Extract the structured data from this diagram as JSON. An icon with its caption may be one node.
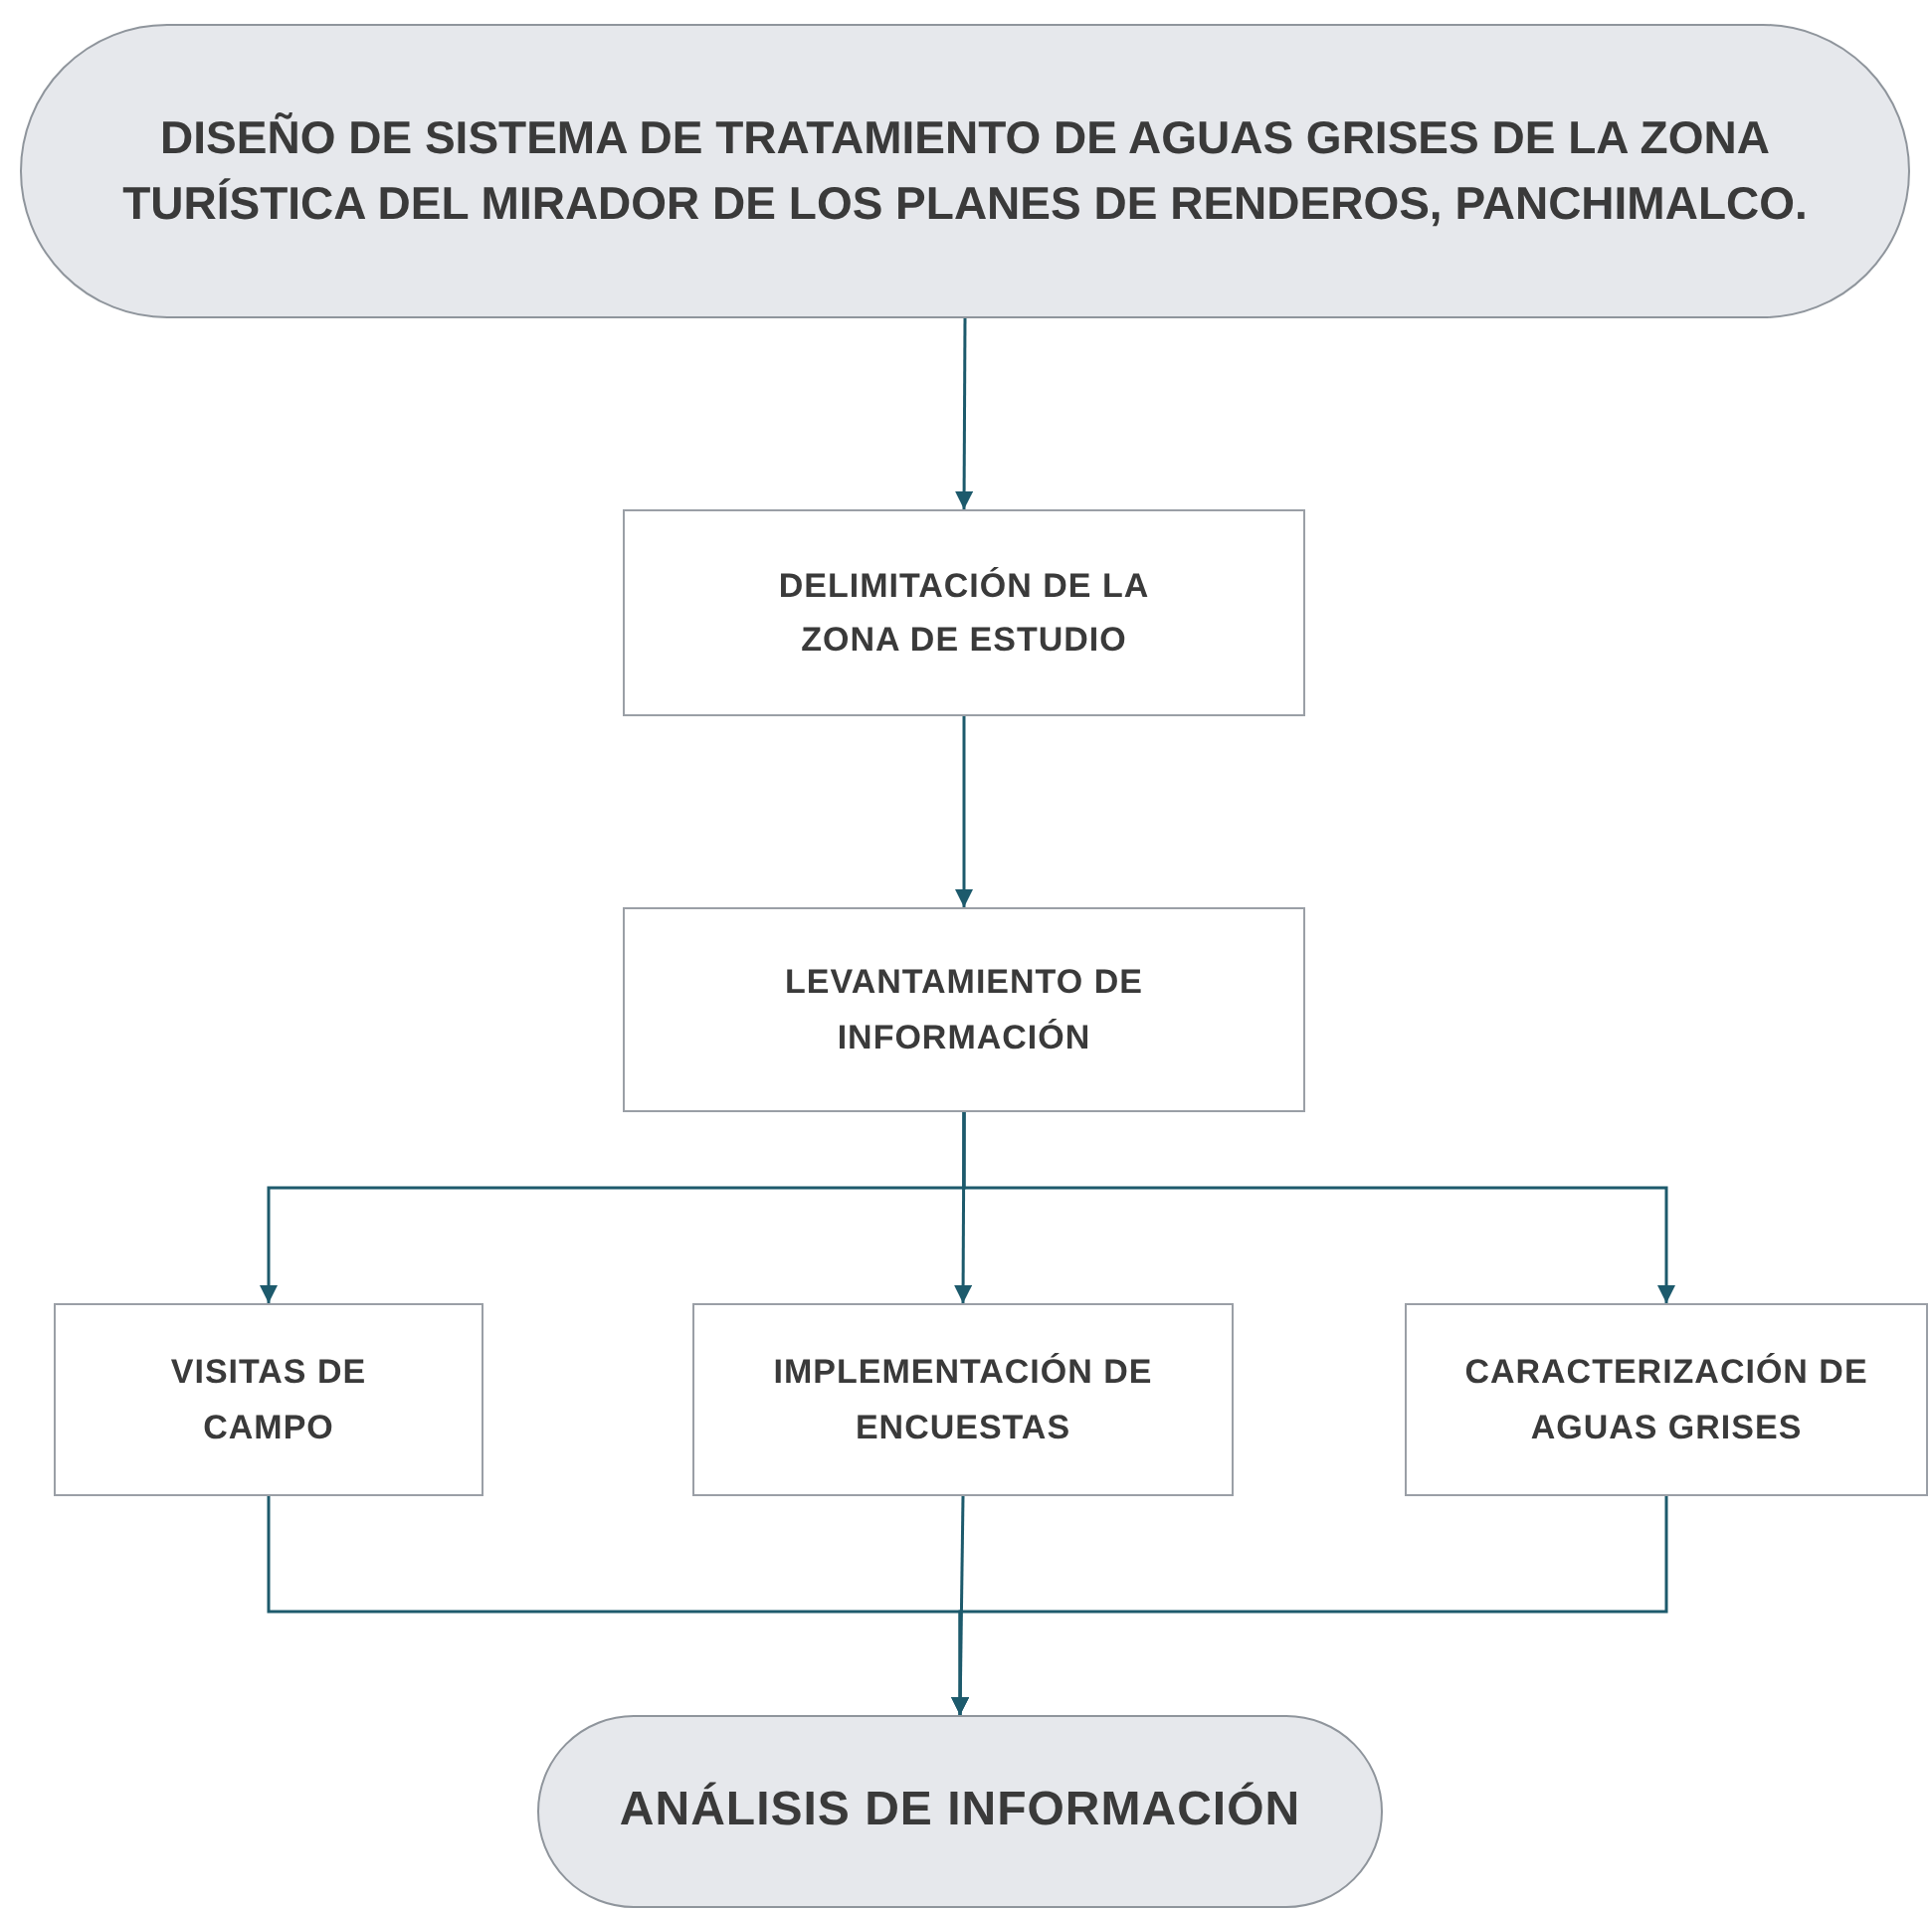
{
  "diagram": {
    "nodes": [
      {
        "text": [
          "DISEÑO DE SISTEMA DE TRATAMIENTO DE AGUAS GRISES DE LA ZONA TURÍSTICA DEL MIRADOR DE LOS PLANES DE RENDEROS, PANCHIMALCO."
        ]
      },
      {
        "text": [
          "DELIMITACIÓN DE LA ZONA DE ESTUDIO"
        ]
      },
      {
        "text": [
          "LEVANTAMIENTO DE INFORMACIÓN"
        ]
      },
      {
        "text": [
          "VISITAS DE CAMPO"
        ]
      },
      {
        "text": [
          "IMPLEMENTACIÓN DE ENCUESTAS"
        ]
      },
      {
        "text": [
          "CARACTERIZACIÓN DE AGUAS GRISES"
        ]
      },
      {
        "text": [
          "ANÁLISIS DE INFORMACIÓN"
        ]
      }
    ],
    "edges": [
      {
        "from": 0,
        "to": 1,
        "arrow": "to"
      },
      {
        "from": 1,
        "to": 2,
        "arrow": "to"
      },
      {
        "from": 2,
        "to": 3,
        "arrow": "to"
      },
      {
        "from": 2,
        "to": 4,
        "arrow": "to"
      },
      {
        "from": 2,
        "to": 5,
        "arrow": "to"
      },
      {
        "from": 3,
        "to": 6,
        "arrow": "to"
      },
      {
        "from": 4,
        "to": 6,
        "arrow": "to"
      },
      {
        "from": 5,
        "to": 6,
        "arrow": "to"
      }
    ]
  }
}
